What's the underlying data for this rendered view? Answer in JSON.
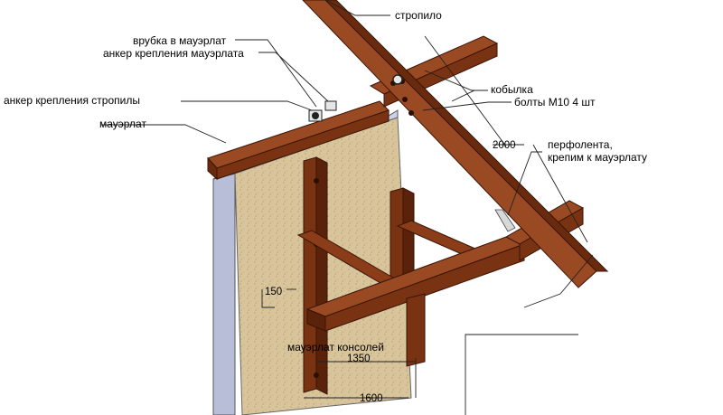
{
  "labels": {
    "stropilo": "стропило",
    "vrubka": "врубка в мауэрлат",
    "anker_mauerlata": "анкер крепления мауэрлата",
    "kobylka": "кобылка",
    "anker_stropily": "анкер крепления стропилы",
    "bolty": "болты М10 4 шт",
    "mauerlat": "мауэрлат",
    "perfolenta_1": "перфолента,",
    "perfolenta_2": "крепим к мауэрлату",
    "mauerlat_konsolei": "мауэрлат консолей"
  },
  "dimensions": {
    "d2000": "2000",
    "d150": "150",
    "d1350": "1350",
    "d1600": "1600"
  },
  "colors": {
    "timber": "#7a3312",
    "timber_dark": "#4f1e08",
    "timber_light": "#9a4a22",
    "osb": "#d8c49a",
    "wall_side": "#b9bed8",
    "wall_top": "#cfd2e6"
  }
}
